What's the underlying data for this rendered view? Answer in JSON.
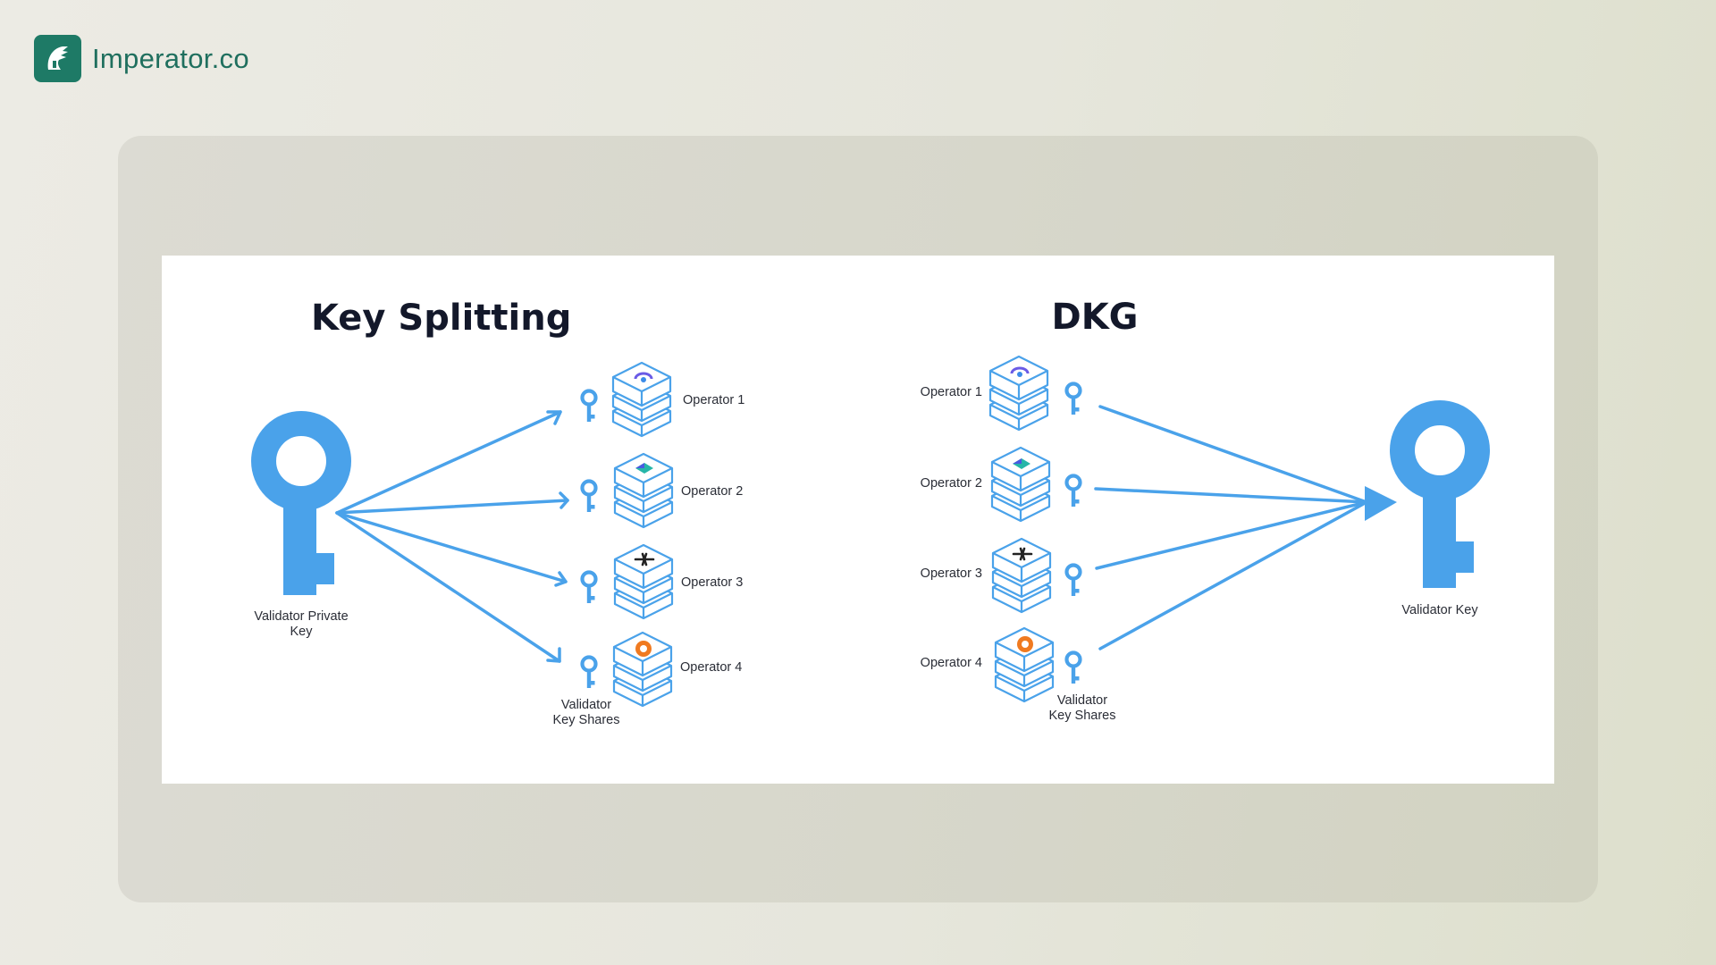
{
  "brand": {
    "name": "Imperator.co",
    "logo_icon": "spartan-helmet-icon",
    "color": "#1e7a66"
  },
  "diagram": {
    "accent_color": "#4aa2ea",
    "left": {
      "title": "Key Splitting",
      "source_label_line1": "Validator Private",
      "source_label_line2": "Key",
      "operators": [
        "Operator 1",
        "Operator 2",
        "Operator 3",
        "Operator 4"
      ],
      "shares_label_line1": "Validator",
      "shares_label_line2": "Key Shares"
    },
    "right": {
      "title": "DKG",
      "target_label": "Validator Key",
      "operators": [
        "Operator 1",
        "Operator 2",
        "Operator 3",
        "Operator 4"
      ],
      "shares_label_line1": "Validator",
      "shares_label_line2": "Key Shares"
    },
    "operator_logo_colors": [
      "#6a5be6",
      "#27b6a8",
      "#222222",
      "#f07a20"
    ]
  }
}
